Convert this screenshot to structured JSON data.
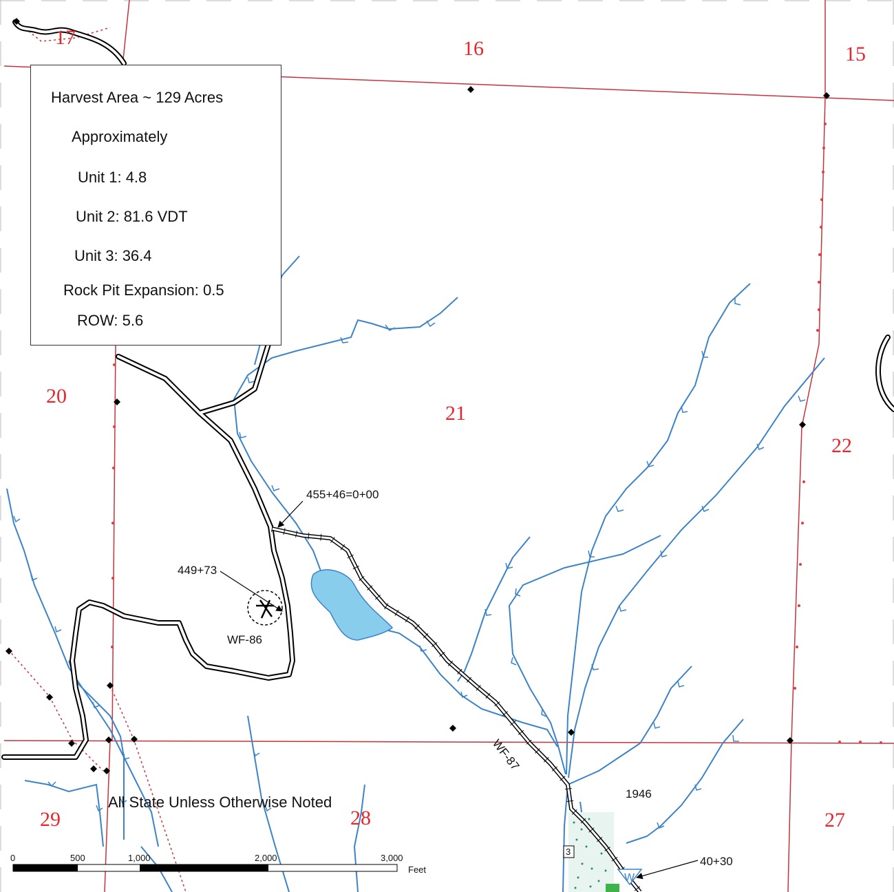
{
  "legend": {
    "title": "Harvest Area ~ 129 Acres",
    "subtitle": "Approximately",
    "unit1": "Unit 1:   4.8",
    "unit2": "Unit 2:  81.6 VDT",
    "unit3": "Unit 3:   36.4",
    "rock_pit": "Rock Pit Expansion: 0.5",
    "row": "ROW:  5.6"
  },
  "sections": [
    "17",
    "16",
    "15",
    "20",
    "21",
    "22",
    "29",
    "28",
    "27"
  ],
  "labels": {
    "station_top": "455+46=0+00",
    "station_pit": "449+73",
    "pit_name": "WF-86",
    "road_name": "WF-87",
    "year": "1946",
    "station_bottom": "40+30",
    "route_marker": "3",
    "watershed_marker": "W",
    "ownership_note": "All State Unless Otherwise Noted"
  },
  "scale_bar": {
    "ticks": [
      "0",
      "500",
      "1,000",
      "2,000",
      "3,000"
    ],
    "unit": "Feet"
  },
  "colors": {
    "section_line": "#c8323c",
    "stream": "#3b83c9",
    "lake": "#89cdec",
    "section_label": "#e8262b"
  }
}
